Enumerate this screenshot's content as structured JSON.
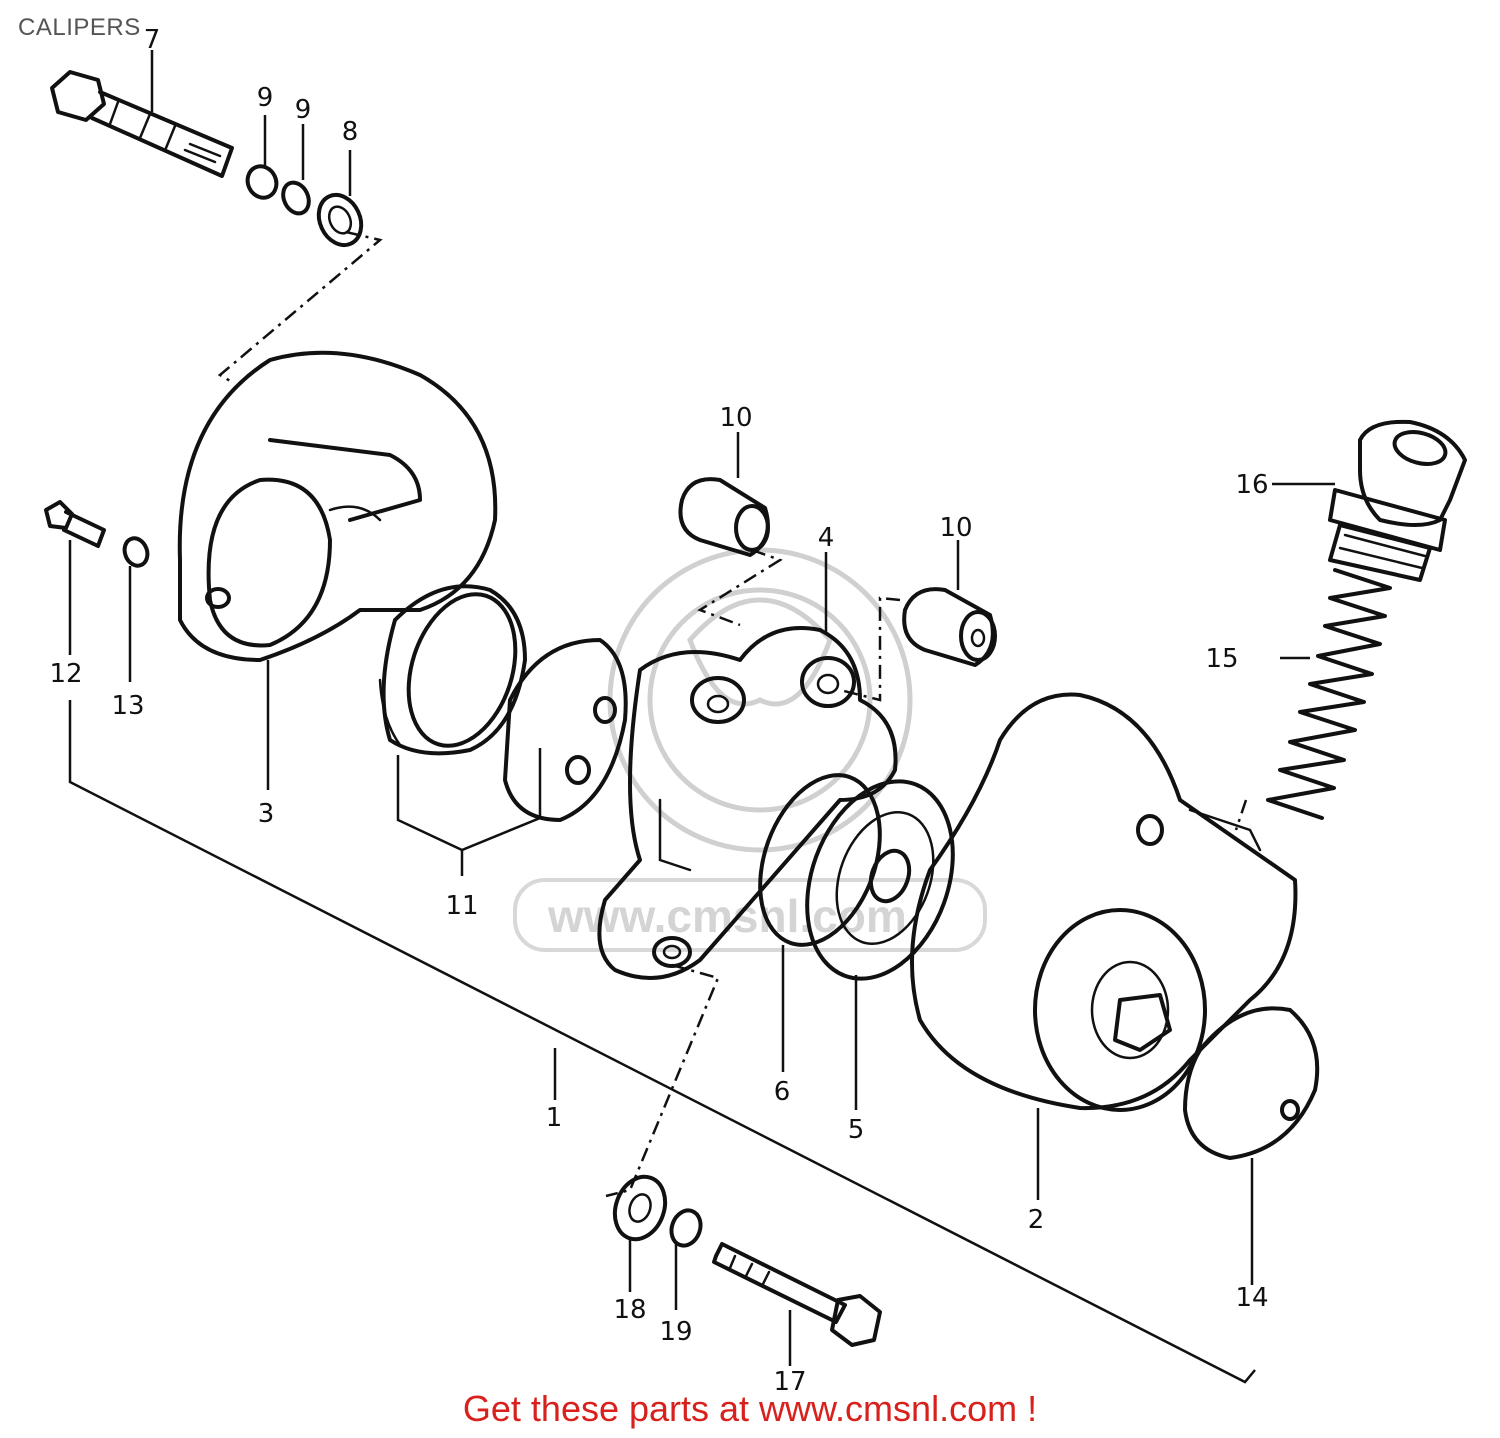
{
  "title": "CALIPERS",
  "footer": {
    "promo_text": "Get these parts at www.cmsnl.com !",
    "promo_color": "#d8201c"
  },
  "watermark": {
    "text": "www.cmsnl.com",
    "color": "#d4d4d4"
  },
  "callouts": {
    "c1": "1",
    "c2": "2",
    "c3": "3",
    "c4": "4",
    "c5": "5",
    "c6": "6",
    "c7": "7",
    "c8": "8",
    "c9a": "9",
    "c9b": "9",
    "c10a": "10",
    "c10b": "10",
    "c11": "11",
    "c12": "12",
    "c13": "13",
    "c14": "14",
    "c15": "15",
    "c16": "16",
    "c17": "17",
    "c18": "18",
    "c19": "19"
  }
}
